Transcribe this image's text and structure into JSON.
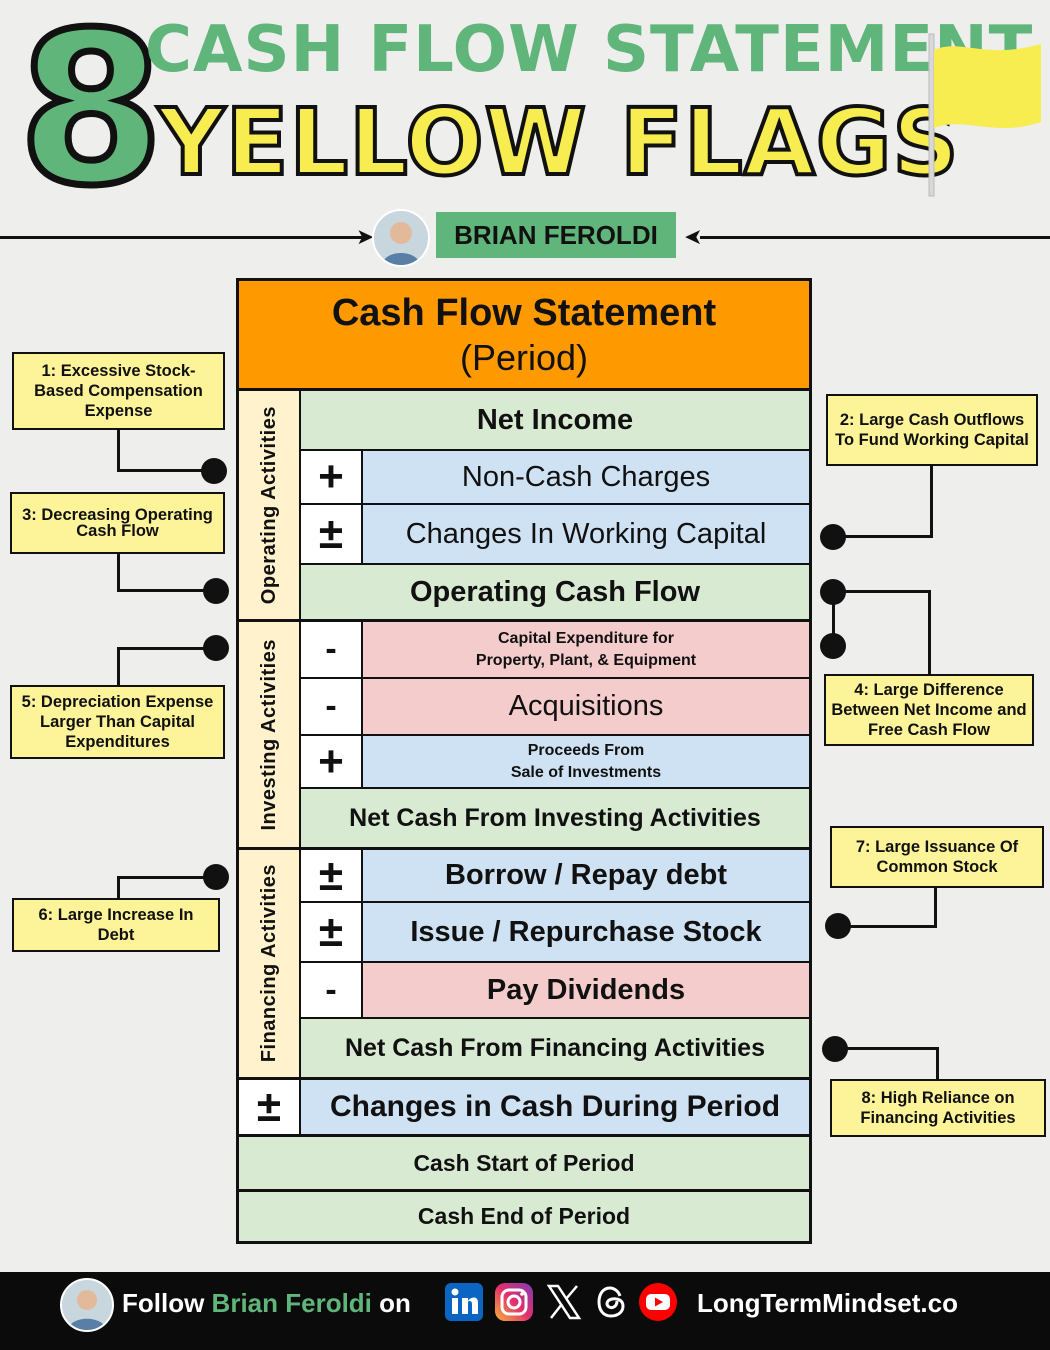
{
  "header": {
    "number": "8",
    "title_top": "CASH FLOW STATEMENT",
    "title_bottom": "YELLOW FLAGS",
    "author": "BRIAN FEROLDI"
  },
  "statement": {
    "title": "Cash Flow Statement",
    "period": "(Period)",
    "sections": {
      "operating": "Operating Activities",
      "investing": "Investing Activities",
      "financing": "Financing Activities"
    },
    "rows": {
      "net_income": "Net Income",
      "non_cash_sign": "+",
      "non_cash": "Non-Cash Charges",
      "working_capital_sign": "±",
      "working_capital": "Changes In Working Capital",
      "operating_cash_flow": "Operating Cash Flow",
      "capex_sign": "-",
      "capex_line1": "Capital Expenditure for",
      "capex_line2": "Property, Plant, & Equipment",
      "acquisitions_sign": "-",
      "acquisitions": "Acquisitions",
      "proceeds_sign": "+",
      "proceeds_line1": "Proceeds From",
      "proceeds_line2": "Sale of Investments",
      "net_investing": "Net Cash From Investing Activities",
      "borrow_sign": "±",
      "borrow": "Borrow / Repay debt",
      "issue_sign": "±",
      "issue": "Issue / Repurchase Stock",
      "dividends_sign": "-",
      "dividends": "Pay Dividends",
      "net_financing": "Net Cash From Financing Activities",
      "change_sign": "±",
      "change_in_cash": "Changes in Cash During Period",
      "cash_start": "Cash Start of Period",
      "cash_end": "Cash End of Period"
    }
  },
  "callouts": {
    "flag1": "1: Excessive Stock-Based Compensation Expense",
    "flag2": "2: Large Cash Outflows To Fund Working Capital",
    "flag3": "3:  Decreasing Operating Cash Flow",
    "flag4": "4: Large Difference Between Net Income and Free Cash Flow",
    "flag5": "5: Depreciation Expense Larger Than Capital Expenditures",
    "flag6": "6: Large Increase In Debt",
    "flag7": "7: Large Issuance Of Common Stock",
    "flag8": "8: High Reliance on Financing Activities"
  },
  "footer": {
    "follow_prefix": "Follow ",
    "follow_name": "Brian Feroldi",
    "follow_suffix": " on",
    "site": "LongTermMindset.co"
  },
  "colors": {
    "green": "#5fb57a",
    "yellow": "#f7ec50",
    "orange": "#ff9900",
    "callout": "#fdf49a"
  },
  "icons": [
    "linkedin-icon",
    "instagram-icon",
    "x-icon",
    "threads-icon",
    "youtube-icon",
    "flag-icon"
  ]
}
